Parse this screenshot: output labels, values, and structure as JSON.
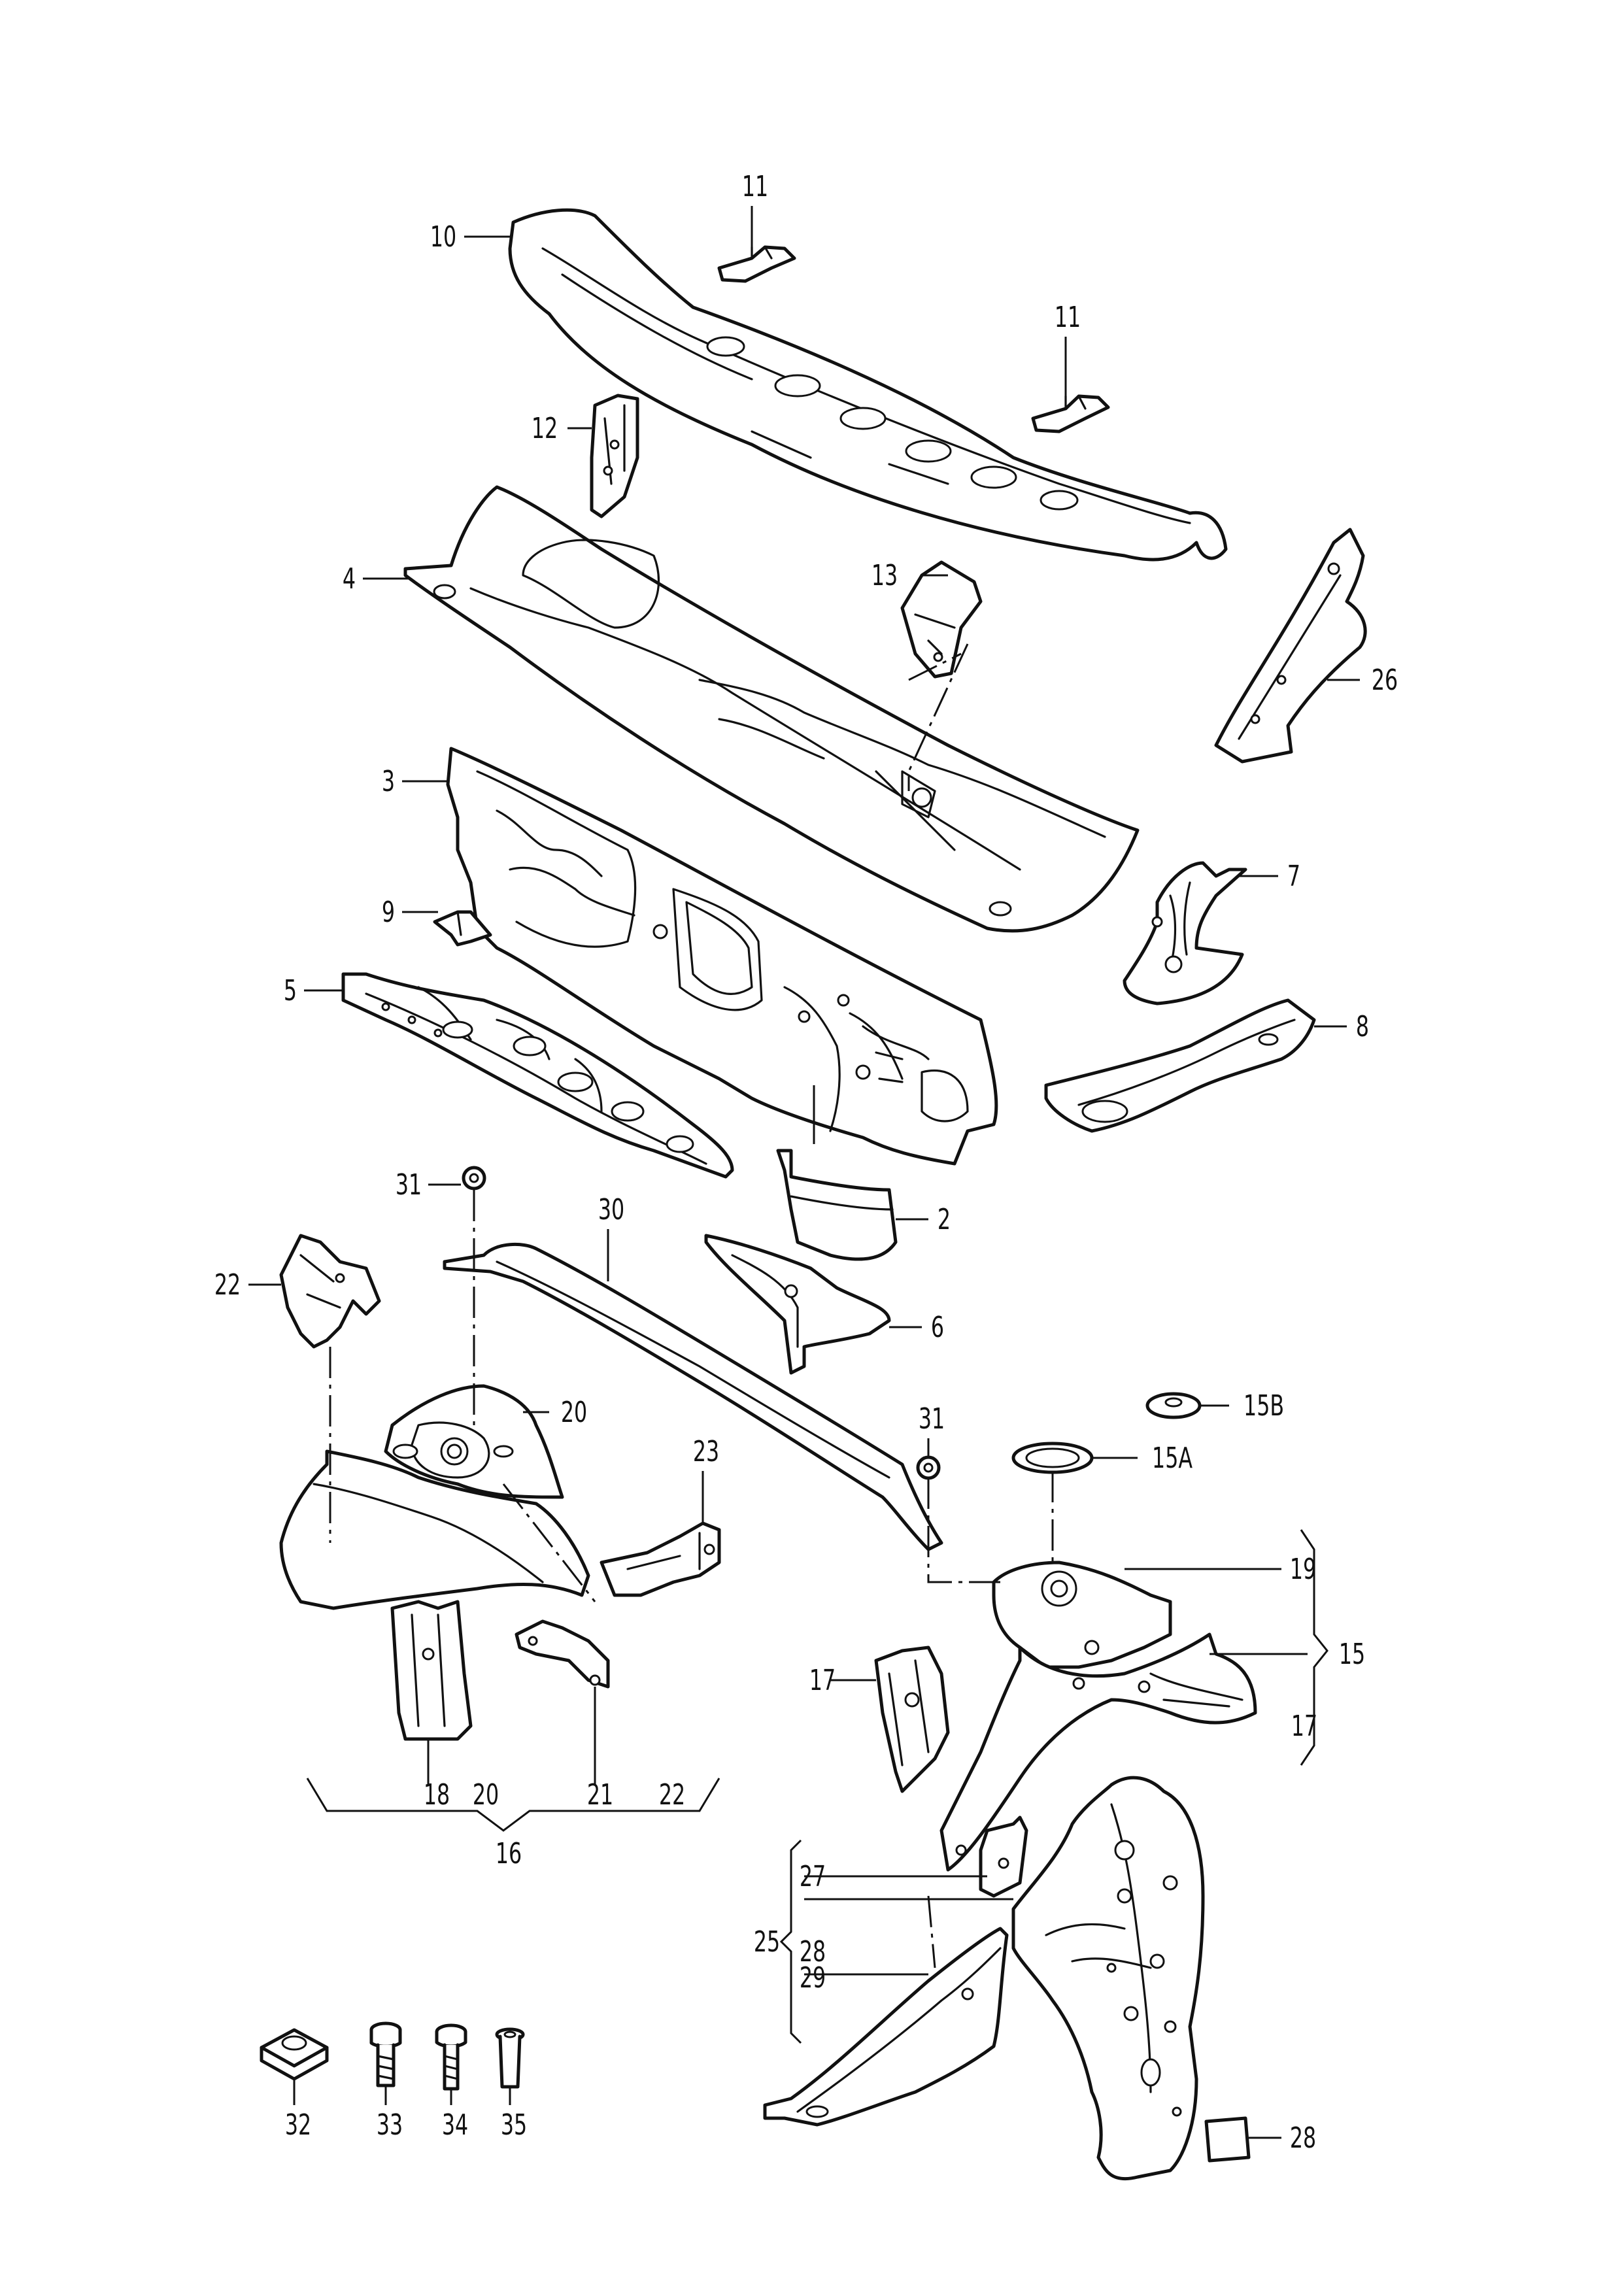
{
  "labels": {
    "l10": "10",
    "l11a": "11",
    "l11b": "11",
    "l12": "12",
    "l4": "4",
    "l13": "13",
    "l26": "26",
    "l3": "3",
    "l9": "9",
    "l5": "5",
    "l7": "7",
    "l8": "8",
    "l31a": "31",
    "l30": "30",
    "l2": "2",
    "l22a": "22",
    "l6": "6",
    "l20a": "20",
    "l23": "23",
    "l31b": "31",
    "l15b": "15B",
    "l15a": "15A",
    "l19": "19",
    "l15": "15",
    "l17a": "17",
    "l17b": "17",
    "l18": "18",
    "l20b": "20",
    "l21": "21",
    "l22b": "22",
    "l16": "16",
    "l27": "27",
    "l25": "25",
    "l28a": "28",
    "l29": "29",
    "l28b": "28",
    "l32": "32",
    "l33": "33",
    "l34": "34",
    "l35": "35"
  }
}
